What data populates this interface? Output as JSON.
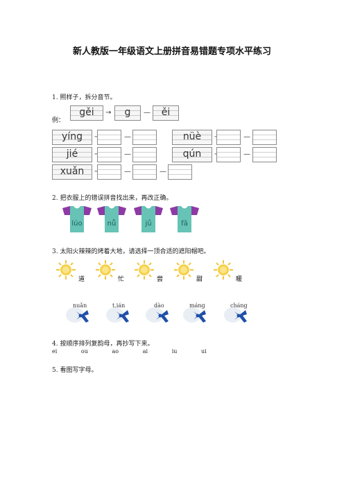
{
  "title": "新人教版一年级语文上册拼音易错题专项水平练习",
  "q1": {
    "prompt": "1. 照样子，拆分音节。",
    "example_label": "例：",
    "example": {
      "syllable": "gěi",
      "initial": "g",
      "final": "ěi"
    },
    "items": [
      "yíng",
      "nüè",
      "jié",
      "qún",
      "xuǎn"
    ]
  },
  "q2": {
    "prompt": "2. 把衣服上的错误拼音找出来，再改正确。",
    "shirts": [
      "lúo",
      "nǚ",
      "jǘ",
      "fā"
    ],
    "colors": {
      "shirt": "#66c3b5",
      "sleeve": "#8d3aa6"
    }
  },
  "q3": {
    "prompt": "3. 太阳火辣辣的烤着大地，请选择一顶合适的遮阳帽吧。",
    "suns": [
      "道",
      "忙",
      "尝",
      "甜",
      "暖"
    ],
    "hats": [
      "nuǎn",
      "t.ián",
      "dào",
      "máng",
      "cháng"
    ],
    "colors": {
      "sun": "#f2c53b",
      "hat": "#1f4fa8"
    }
  },
  "q4": {
    "prompt": "4. 按顺序排列复韵母，再抄写下来。",
    "vowels": "ei   ou   ao   ai   iu   ui"
  },
  "q5": {
    "prompt": "5. 看图写字母。"
  }
}
